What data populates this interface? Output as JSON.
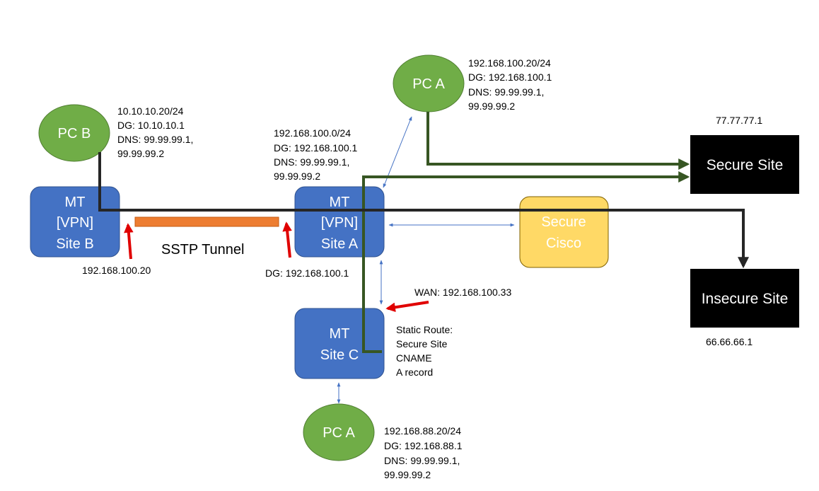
{
  "colors": {
    "router_fill": "#4472c4",
    "router_stroke": "#2f528f",
    "pc_fill": "#70ad47",
    "pc_stroke": "#507e32",
    "cisco_fill": "#ffd966",
    "cisco_stroke": "#7f6000",
    "site_fill": "#000000",
    "tunnel_fill": "#ed7d31",
    "green_path": "#375623",
    "black_path": "#262626",
    "link_blue": "#4472c4",
    "arrow_red": "#e00000"
  },
  "nodes": {
    "pc_b": {
      "label": "PC B"
    },
    "pc_a_top": {
      "label": "PC A"
    },
    "pc_a_bottom": {
      "label": "PC A"
    },
    "mt_site_b": {
      "lines": [
        "MT",
        "[VPN]",
        "Site B"
      ]
    },
    "mt_site_a": {
      "lines": [
        "MT",
        "[VPN]",
        "Site A"
      ]
    },
    "mt_site_c": {
      "lines": [
        "MT",
        "Site C"
      ]
    },
    "secure_cisco": {
      "lines": [
        "Secure",
        "Cisco"
      ]
    },
    "secure_site": {
      "label": "Secure Site"
    },
    "insecure_site": {
      "label": "Insecure Site"
    }
  },
  "labels": {
    "pc_b_config": [
      "10.10.10.20/24",
      "DG: 10.10.10.1",
      "DNS: 99.99.99.1,",
      "99.99.99.2"
    ],
    "pc_a_top_config": [
      "192.168.100.20/24",
      "DG: 192.168.100.1",
      "DNS: 99.99.99.1,",
      "99.99.99.2"
    ],
    "site_a_config": [
      "192.168.100.0/24",
      "DG: 192.168.100.1",
      "DNS: 99.99.99.1,",
      "99.99.99.2"
    ],
    "pc_a_bottom_config": [
      "192.168.88.20/24",
      "DG: 192.168.88.1",
      "DNS: 99.99.99.1,",
      "99.99.99.2"
    ],
    "site_c_static_route": [
      "Static Route:",
      "Secure Site",
      "CNAME",
      "A record"
    ],
    "sstp_tunnel": "SSTP Tunnel",
    "site_b_ip": "192.168.100.20",
    "site_a_dg": "DG: 192.168.100.1",
    "wan": "WAN: 192.168.100.33",
    "secure_site_ip": "77.77.77.1",
    "insecure_site_ip": "66.66.66.1"
  }
}
